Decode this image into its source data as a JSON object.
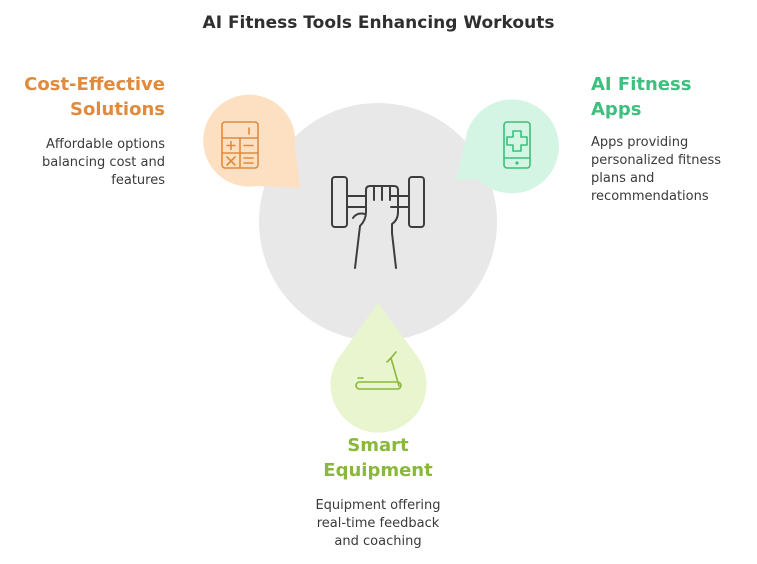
{
  "title": "AI Fitness Tools Enhancing Workouts",
  "colors": {
    "center": "#e8e8e8",
    "cost_fill": "#fde0c2",
    "cost_accent": "#e08a3c",
    "apps_fill": "#d4f5e4",
    "apps_accent": "#3dbf7d",
    "equip_fill": "#e8f5cf",
    "equip_accent": "#8ab83a"
  },
  "center": {
    "icon": "dumbbell-hand-icon"
  },
  "items": [
    {
      "id": "cost",
      "title_lines": [
        "Cost-Effective",
        "Solutions"
      ],
      "desc_lines": [
        "Affordable options",
        "balancing cost and",
        "features"
      ],
      "icon": "calculator-icon"
    },
    {
      "id": "apps",
      "title_lines": [
        "AI Fitness",
        "Apps"
      ],
      "desc_lines": [
        "Apps providing",
        "personalized fitness",
        "plans and",
        "recommendations"
      ],
      "icon": "phone-medical-icon"
    },
    {
      "id": "equip",
      "title_lines": [
        "Smart",
        "Equipment"
      ],
      "desc_lines": [
        "Equipment offering",
        "real-time feedback",
        "and coaching"
      ],
      "icon": "treadmill-icon"
    }
  ]
}
